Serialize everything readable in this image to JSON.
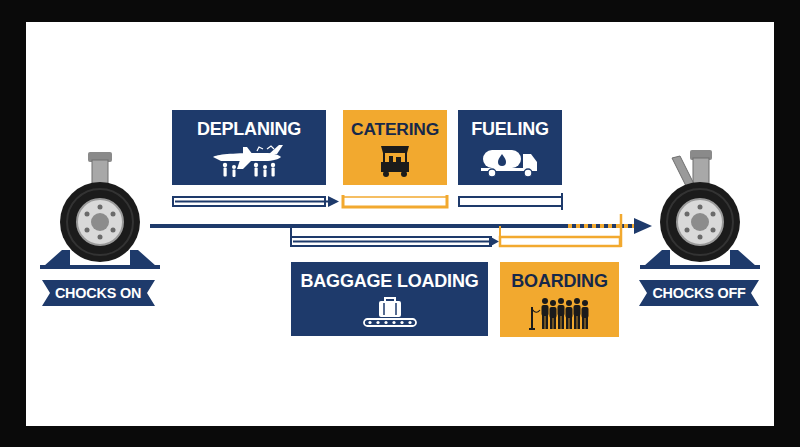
{
  "diagram": {
    "nodes": [
      {
        "text": [
          "DEPLANING"
        ]
      },
      {
        "text": [
          "CATERING"
        ]
      },
      {
        "text": [
          "FUELING"
        ]
      },
      {
        "text": [
          "BAGGAGE LOADING"
        ]
      },
      {
        "text": [
          "BOARDING"
        ]
      },
      {
        "text": [
          "CHOCKS ON"
        ]
      },
      {
        "text": [
          "CHOCKS OFF"
        ]
      }
    ]
  }
}
